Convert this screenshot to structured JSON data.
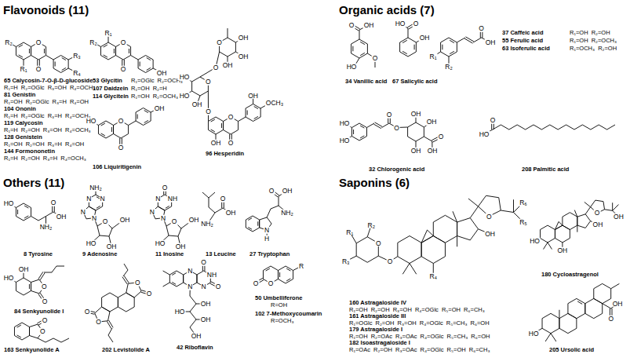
{
  "diagram": {
    "labels": [
      "Flavonoids (11)",
      "Organic acids (7)",
      "Others (11)",
      "Saponins (6)",
      "R₂",
      "O",
      "R₃",
      "R₄",
      "R₁",
      "O",
      "65 Calycosin-7-O-β-D-glucoside",
      "R₁=H R₂=OGlc R₃=OH R₄=OCH₃",
      "81 Genistin",
      "R₁=OH R₂=OGlc R₃=H R₄=OH",
      "104 Ononin",
      "R₁=H R₂=OGlc R₃=H R₄=OCH₃",
      "119 Calycosin",
      "R₁=H R₂=OH R₃=OH R₄=OCH₃",
      "128 Genistein",
      "R₁=OH R₂=OH R₃=H R₄=OH",
      "144 Formononetin",
      "R₁=H R₂=OH R₃=H R₄=OCH₃",
      "R₁",
      "R₂",
      "O",
      "O",
      "OH",
      "53 Glycitin",
      "R₁=OGlc R₂=OCH₃",
      "107 Daidzein",
      "R₁=OH R₂=H",
      "114 Glycitein",
      "R₁=OH R₂=OCH₃",
      "O",
      "OH",
      "OH",
      "OH",
      "O",
      "O",
      "HO",
      "HO",
      "OH",
      "O",
      "O",
      "O",
      "OH",
      "OH",
      "OCH₃",
      "96 Hesperidin",
      "HO",
      "O",
      "O",
      "OH",
      "106 Liquiritigenin",
      "O",
      "OH",
      "HO",
      "O",
      "34 Vanillic acid",
      "HO",
      "O",
      "OH",
      "67 Salicylic acid",
      "R₁",
      "R₂",
      "O",
      "OH",
      "37 Caffeic acid",
      "R₁=OH R₂=OH",
      "55 Ferulic acid",
      "R₁=OH R₂=OCH₃",
      "63 Isoferulic acid",
      "R₁=OCH₃ R₂=OH",
      "HO",
      "HO",
      "O",
      "O",
      "OH",
      "OH",
      "OH",
      "O",
      "OH",
      "32 Chlorogenic acid",
      "O",
      "HO",
      "208 Palmitic acid",
      "HO",
      "NH₂",
      "O",
      "OH",
      "8 Tyrosine",
      "NH₂",
      "N",
      "N",
      "N",
      "N",
      "O",
      "OH",
      "HO",
      "OH",
      "9 Adenosine",
      "O",
      "NH",
      "N",
      "N",
      "N",
      "O",
      "OH",
      "HO",
      "OH",
      "11 Inosine",
      "NH₂",
      "O",
      "OH",
      "13 Leucine",
      "N",
      "H",
      "O",
      "OH",
      "NH₂",
      "27 Tryptophan",
      "HO",
      "OH",
      "O",
      "O",
      "84 Senkyunolide I",
      "O",
      "O",
      "163 Senkyunolide A",
      "O",
      "O",
      "O",
      "O",
      "202 Levistolide A",
      "N",
      "N",
      "O",
      "NH",
      "O",
      "N",
      "OH",
      "HO",
      "OH",
      "OH",
      "42 Riboflavin",
      "O",
      "O",
      "R",
      "50 Umbelliferone",
      "R=OH",
      "102 7-Methoxycoumarin",
      "R=OCH₃",
      "R₂",
      "R₁",
      "O",
      "R₃",
      "O",
      "R₄",
      "OH",
      "O",
      "R₅",
      "R₆",
      "160 Astragaloside IV",
      "R₁=OH R₂=OH R₃=OH R₄=OGlc R₅=OH R₆=CH₃",
      "161 Astragaloside III",
      "R₁=OGlc R₂=OH R₃=OH R₄=OGlc R₅=CH₃ R₆=OH",
      "179 Astragaloside I",
      "R₁=OH R₂=OAc R₃=OAc R₄=OGlc R₅=CH₃ R₆=OH",
      "182 Isoastragaloside I",
      "R₁=OAc R₂=OH R₃=OAc R₄=OGlc R₅=OH R₆=CH₃",
      "HO",
      "OH",
      "OH",
      "O",
      "OH",
      "180 Cycloastragenol",
      "HO",
      "O",
      "OH",
      "205 Ursolic acid"
    ]
  }
}
